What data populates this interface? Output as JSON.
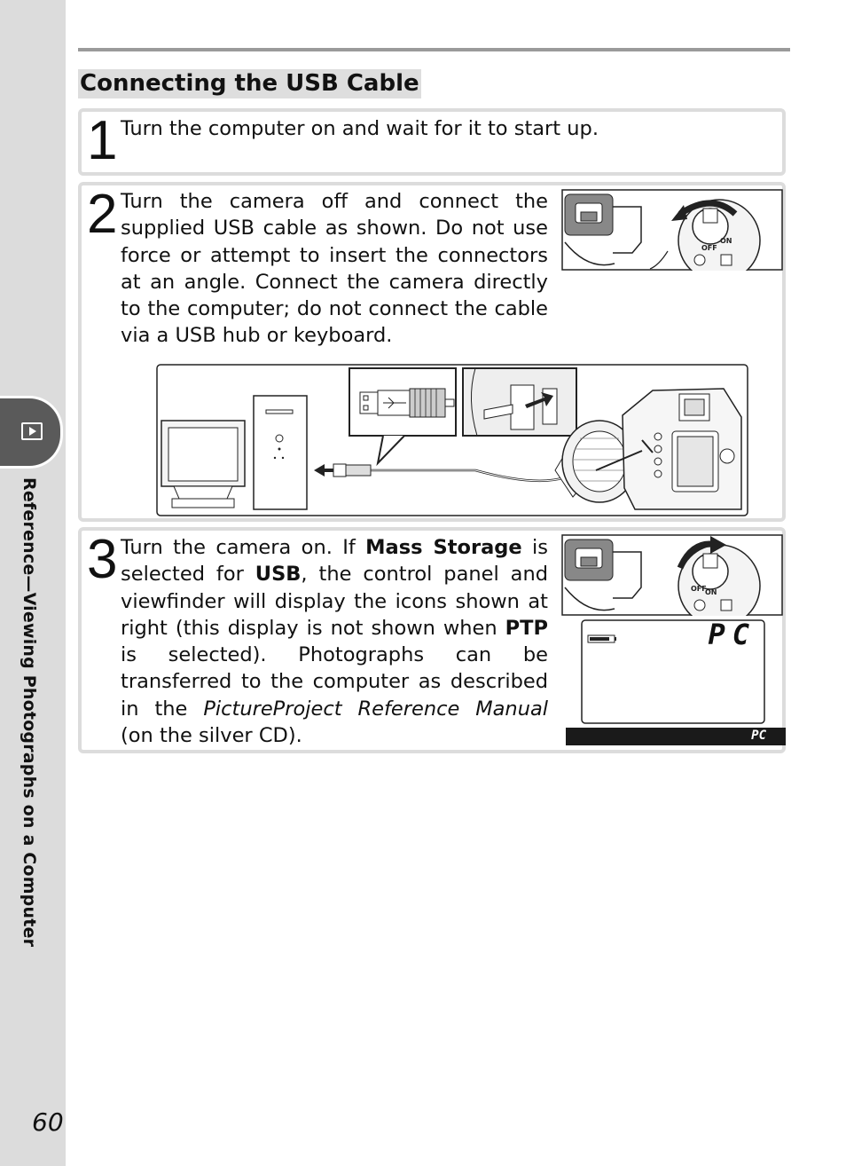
{
  "page": {
    "number": "60",
    "side_label": "Reference—Viewing Photographs on a Computer",
    "section_icon": "playback-icon"
  },
  "section": {
    "title": "Connecting the USB Cable"
  },
  "steps": [
    {
      "number": "1",
      "text": "Turn the computer on and wait for it to start up."
    },
    {
      "number": "2",
      "text": "Turn the camera off and connect the supplied USB cable as shown.  Do not use force or attempt to insert the connectors at an angle.  Connect the camera directly to the computer; do not connect the cable via a USB hub or keyboard."
    },
    {
      "number": "3",
      "text_parts": {
        "a": "Turn the camera on.  If ",
        "b": "Mass Storage",
        "c": " is selected for ",
        "d": "USB",
        "e": ", the control panel and viewfinder will display the icons shown at right (this display is not shown when ",
        "f": "PTP",
        "g": " is selected).  Photographs can be transferred to the computer as described in the ",
        "h": "PictureProject Reference Manual",
        "i": " (on the silver CD)."
      }
    }
  ],
  "illustrations": {
    "power_switch_labels": {
      "off": "OFF",
      "on": "ON"
    },
    "control_panel_display": "PC",
    "viewfinder_display": "PC"
  }
}
